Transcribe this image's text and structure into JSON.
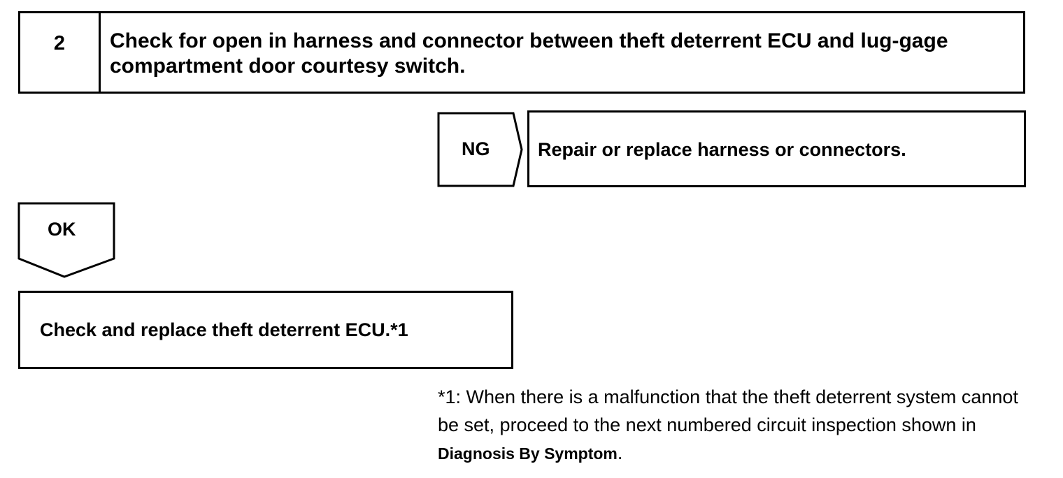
{
  "step": {
    "number": "2",
    "title": "Check for open in harness and connector between theft deterrent ECU and lug-gage compartment door courtesy switch."
  },
  "ng_branch": {
    "label": "NG",
    "action": "Repair or replace harness or connectors."
  },
  "ok_branch": {
    "label": "OK",
    "action": "Check and replace theft deterrent ECU.*1"
  },
  "footnote": {
    "text": "*1: When there is a malfunction that the theft deterrent system cannot be set, proceed to the next numbered circuit inspection shown in",
    "link": "Diagnosis By Symptom",
    "end": "."
  }
}
